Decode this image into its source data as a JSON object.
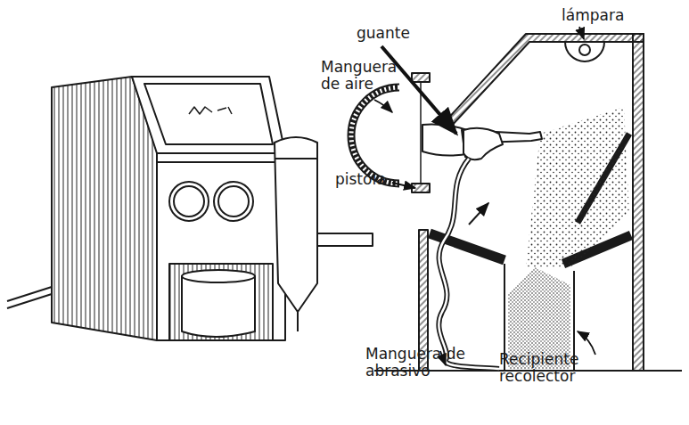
{
  "diagram": {
    "labels": [
      "lámpara",
      "guante",
      "Manguera de aire",
      "pistola",
      "Manguera de abrasivo",
      "Recipiente recolector"
    ]
  }
}
